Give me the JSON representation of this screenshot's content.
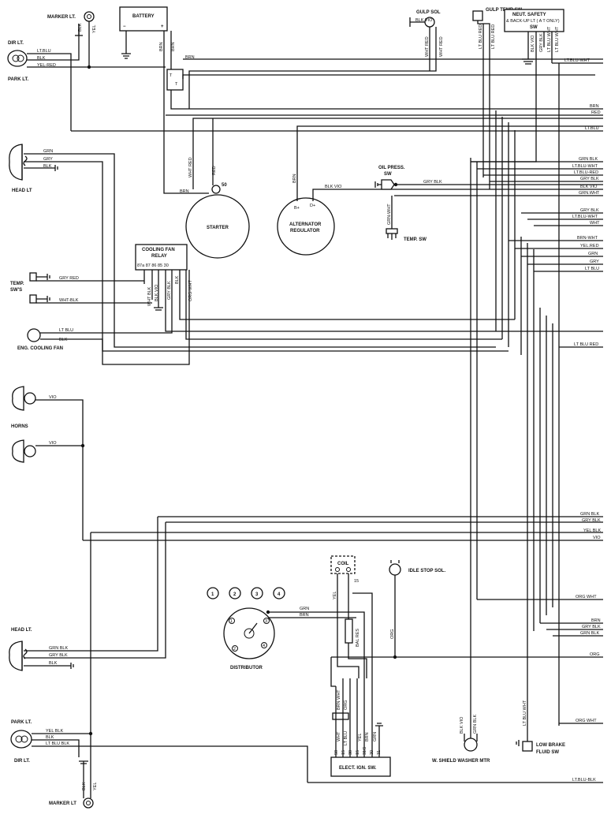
{
  "components": {
    "marker_lt_top": "MARKER LT.",
    "dir_lt_top": "DIR LT.",
    "park_lt_top": "PARK LT.",
    "battery": "BATTERY",
    "gulp_sol": "GULP SOL",
    "gulp_temp_sw": "GULP TEMP SW.",
    "neut_safety_line1": "NEUT. SAFETY",
    "neut_safety_line2": "& BACK-UP LT ( A T ONLY)",
    "neut_safety_line3": "SW",
    "head_lt_top": "HEAD LT",
    "starter": "STARTER",
    "starter_terminal": "50",
    "alternator_line1": "ALTERNATOR",
    "alternator_line2": "REGULATOR",
    "alt_b_plus": "B+",
    "alt_d_plus": "D+",
    "oil_press_line1": "OIL PRESS.",
    "oil_press_line2": "SW",
    "temp_sw": "TEMP. SW",
    "cooling_fan_relay_line1": "COOLING FAN",
    "cooling_fan_relay_line2": "RELAY",
    "relay_terminals": "87a 87 86 85 30",
    "temp_sws_line1": "TEMP.",
    "temp_sws_line2": "SW'S",
    "eng_cooling_fan": "ENG. COOLING FAN",
    "horns": "HORNS",
    "coil": "COIL",
    "coil_terminal": "15",
    "idle_stop_sol": "IDLE STOP SOL.",
    "bal_res": "BAL RES",
    "distributor": "DISTRIBUTOR",
    "head_lt_bottom": "HEAD LT.",
    "park_lt_bottom": "PARK LT.",
    "dir_lt_bottom": "DIR LT.",
    "marker_lt_bottom": "MARKER LT",
    "elect_ign_sw": "ELECT. IGN. SW.",
    "ign_terminals": [
      "58",
      "15",
      "30",
      "15",
      "31G",
      "30",
      "31"
    ],
    "w_shield_washer": "W. SHIELD WASHER MTR",
    "low_brake_line1": "LOW BRAKE",
    "low_brake_line2": "FLUID SW",
    "firing_order": [
      "1",
      "2",
      "3",
      "4"
    ],
    "dist_numbers": [
      "1",
      "2",
      "3",
      "4"
    ]
  },
  "wires": {
    "top_left": [
      "LT.BLU",
      "BLK",
      "YEL-RED",
      "BLK",
      "YEL",
      "BRN",
      "BRN"
    ],
    "top_right": [
      "BLK VIO",
      "WHT RED",
      "WHT RED",
      "LT BLU RED",
      "LT BLU RED",
      "BLK VIO",
      "GRY BLK",
      "LT BLU WHT",
      "LT BLU WHT"
    ],
    "harness_right": [
      "LT.BLU-WHT",
      "BRN",
      "RED",
      "LT.BLU",
      "GRN BLK",
      "LT.BLU-WHT",
      "LT.BLU-RED",
      "GRY BLK",
      "BLK VIO",
      "GRN.WHT",
      "GRY BLK",
      "LT.BLU-WHT",
      "WHT",
      "BRN-WHT",
      "YEL.RED",
      "GRN",
      "GRY",
      "LT BLU",
      "LT BLU RED"
    ],
    "head_top": [
      "GRN",
      "GRY",
      "BLK"
    ],
    "middle": [
      "WHT RED",
      "RED",
      "BRN",
      "BRN",
      "BLK VIO",
      "GRY BLK",
      "GRN-WHT"
    ],
    "relay": [
      "GRY RED",
      "WHT-BLK",
      "WHT BLK",
      "BLK VIO",
      "GRY BLK",
      "BLK",
      "ORG-WHT"
    ],
    "fan": [
      "LT BLU",
      "BLK"
    ],
    "horn": [
      "VIO",
      "VIO"
    ],
    "harness_lower": [
      "GRN BLK",
      "GRY BLK",
      "YEL BLK",
      "VIO",
      "ORG WHT",
      "BRN",
      "GRY BLK",
      "GRN BLK",
      "ORG",
      "ORG WHT",
      "LT.BLU-BLK"
    ],
    "coil": [
      "YEL",
      "GRN",
      "BRN",
      "ORG"
    ],
    "head_bottom": [
      "GRN BLK",
      "GRY BLK",
      "BLK"
    ],
    "park_bottom": [
      "YEL BLK",
      "BLK",
      "LT BLU BLK"
    ],
    "marker_bottom": [
      "BLK",
      "YEL"
    ],
    "ign": [
      "BRN WHT",
      "ORG",
      "WHT",
      "LT BLU",
      "YEL",
      "BRN",
      "GRN"
    ],
    "washer": [
      "BLK VIO",
      "GRN BLK"
    ],
    "brake": [
      "LT BLU WHT"
    ]
  }
}
